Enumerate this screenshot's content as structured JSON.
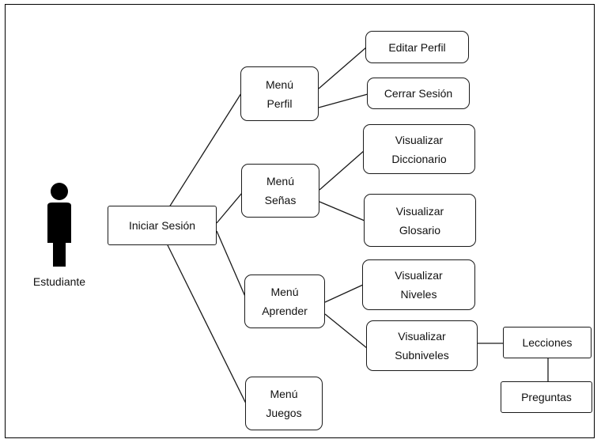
{
  "actor": {
    "label": "Estudiante",
    "icon": "person-silhouette-icon"
  },
  "nodes": {
    "iniciar_sesion": "Iniciar Sesión",
    "menu_perfil": "Menú\nPerfil",
    "editar_perfil": "Editar Perfil",
    "cerrar_sesion": "Cerrar Sesión",
    "menu_senas": "Menú\nSeñas",
    "visualizar_diccionario": "Visualizar\nDiccionario",
    "visualizar_glosario": "Visualizar\nGlosario",
    "menu_aprender": "Menú\nAprender",
    "visualizar_niveles": "Visualizar\nNiveles",
    "visualizar_subniveles": "Visualizar\nSubniveles",
    "lecciones": "Lecciones",
    "preguntas": "Preguntas",
    "menu_juegos": "Menú\nJuegos"
  },
  "colors": {
    "stroke": "#1a1a1a",
    "actor_fill": "#000000",
    "background": "#ffffff"
  }
}
